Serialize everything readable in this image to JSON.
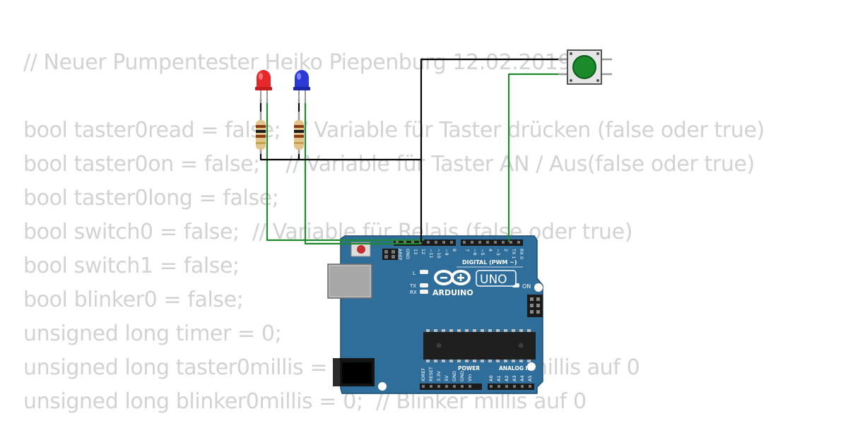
{
  "code_lines": [
    "// Neuer Pumpentester Heiko Piepenburg 12.02.2019 //",
    "",
    "bool taster0read = false;  // Variable für Taster drücken (false oder true)",
    "bool taster0on = false;    // Variable für Taster AN / Aus(false oder true)",
    "bool taster0long = false;",
    "bool switch0 = false;  // Variable für Relais (false oder true)",
    "bool switch1 = false;",
    "bool blinker0 = false;",
    "unsigned long timer = 0;",
    "unsigned long taster0millis = 0;  // Taster halten millis auf 0",
    "unsigned long blinker0millis = 0;  // Blinker millis auf 0"
  ],
  "board": {
    "brand": "ARDUINO",
    "model": "UNO",
    "digital_header_label": "DIGITAL (PWM ~)",
    "power_label": "POWER",
    "analog_label": "ANALOG IN",
    "on_label": "ON",
    "led_l_label": "L",
    "led_tx_label": "TX",
    "led_rx_label": "RX",
    "digital_pins": [
      "AREF",
      "GND",
      "13",
      "12",
      "~11",
      "~10",
      "~9",
      "8",
      "7",
      "~6",
      "~5",
      "4",
      "~3",
      "2",
      "TX 1",
      "RX 0"
    ],
    "power_pins": [
      "IOREF",
      "RESET",
      "3.3V",
      "5V",
      "GND",
      "GND",
      "Vin"
    ],
    "analog_pins": [
      "A0",
      "A1",
      "A2",
      "A3",
      "A4",
      "A5"
    ],
    "color": "#2f6e9b"
  },
  "components": {
    "led_red_color": "#e8272b",
    "led_blue_color": "#2b3ad6",
    "button_color": "#1a8a2b",
    "wire_green": "#1f8a2c",
    "wire_black": "#000000"
  }
}
